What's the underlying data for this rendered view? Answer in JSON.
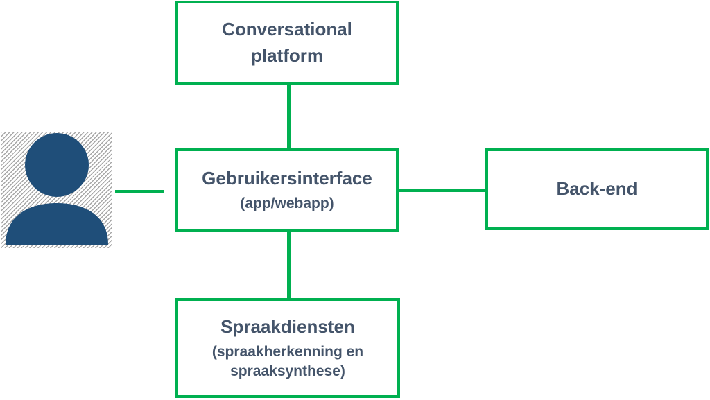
{
  "boxes": {
    "conversational_platform": {
      "title": "Conversational\nplatform"
    },
    "user_interface": {
      "title": "Gebruikersinterface",
      "subtitle": "(app/webapp)"
    },
    "backend": {
      "title": "Back-end"
    },
    "speech_services": {
      "title": "Spraakdiensten",
      "subtitle": "(spraakherkenning en\nspraaksynthese)"
    }
  },
  "icons": {
    "user_icon": "person-silhouette"
  },
  "colors": {
    "line_green": "#00B050",
    "text": "#44546A",
    "person_navy": "#1F4E79",
    "hatch_gray": "#A6A6A6"
  }
}
